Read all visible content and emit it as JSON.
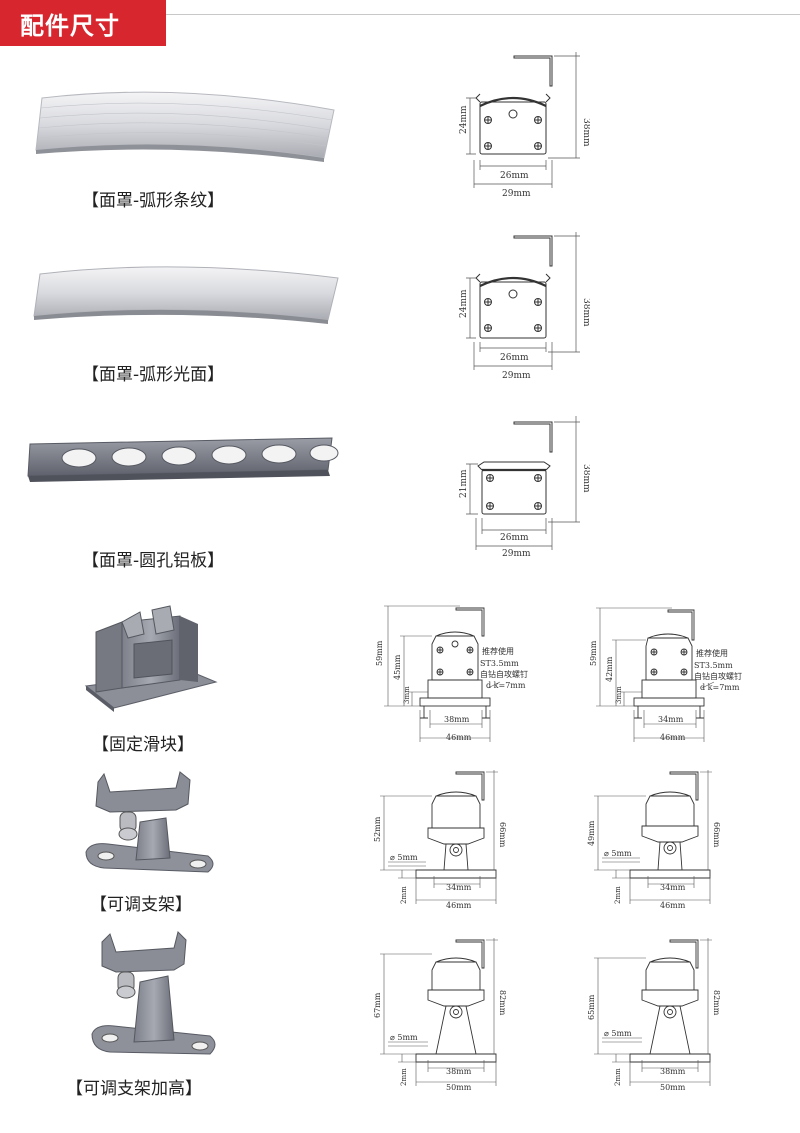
{
  "header": {
    "title": "配件尺寸",
    "accent": "#d8262e"
  },
  "products": [
    {
      "caption": "【面罩-弧形条纹】"
    },
    {
      "caption": "【面罩-弧形光面】"
    },
    {
      "caption": "【面罩-圆孔铝板】"
    },
    {
      "caption": "【固定滑块】"
    },
    {
      "caption": "【可调支架】"
    },
    {
      "caption": "【可调支架加高】"
    }
  ],
  "dims": {
    "cover1": {
      "h38": "38mm",
      "h24": "24mm",
      "w26": "26mm",
      "w29": "29mm"
    },
    "cover2": {
      "h38": "38mm",
      "h24": "24mm",
      "w26": "26mm",
      "w29": "29mm"
    },
    "cover3": {
      "h38": "38mm",
      "h21": "21mm",
      "w26": "26mm",
      "w29": "29mm"
    },
    "slider": {
      "left": {
        "h59": "59mm",
        "h45": "45mm",
        "h3": "3mm",
        "w38": "38mm",
        "w46": "46mm"
      },
      "right": {
        "h59": "59mm",
        "h42": "42mm",
        "h3": "3mm",
        "w34": "34mm",
        "w46": "46mm"
      },
      "note": [
        "推荐使用",
        "ST3.5mm",
        "自钻自攻螺钉",
        "d k=7mm"
      ]
    },
    "bracket": {
      "left": {
        "h52": "52mm",
        "h66": "66mm",
        "d5": "5mm",
        "h2": "2mm",
        "w34": "34mm",
        "w46": "46mm"
      },
      "right": {
        "h49": "49mm",
        "h66": "66mm",
        "d5": "5mm",
        "h2": "2mm",
        "w34": "34mm",
        "w46": "46mm"
      }
    },
    "bracket_high": {
      "left": {
        "h67": "67mm",
        "h82": "82mm",
        "d5": "5mm",
        "h2": "2mm",
        "w38": "38mm",
        "w50": "50mm"
      },
      "right": {
        "h65": "65mm",
        "h82": "82mm",
        "d5": "5mm",
        "h2": "2mm",
        "w38": "38mm",
        "w50": "50mm"
      }
    }
  }
}
